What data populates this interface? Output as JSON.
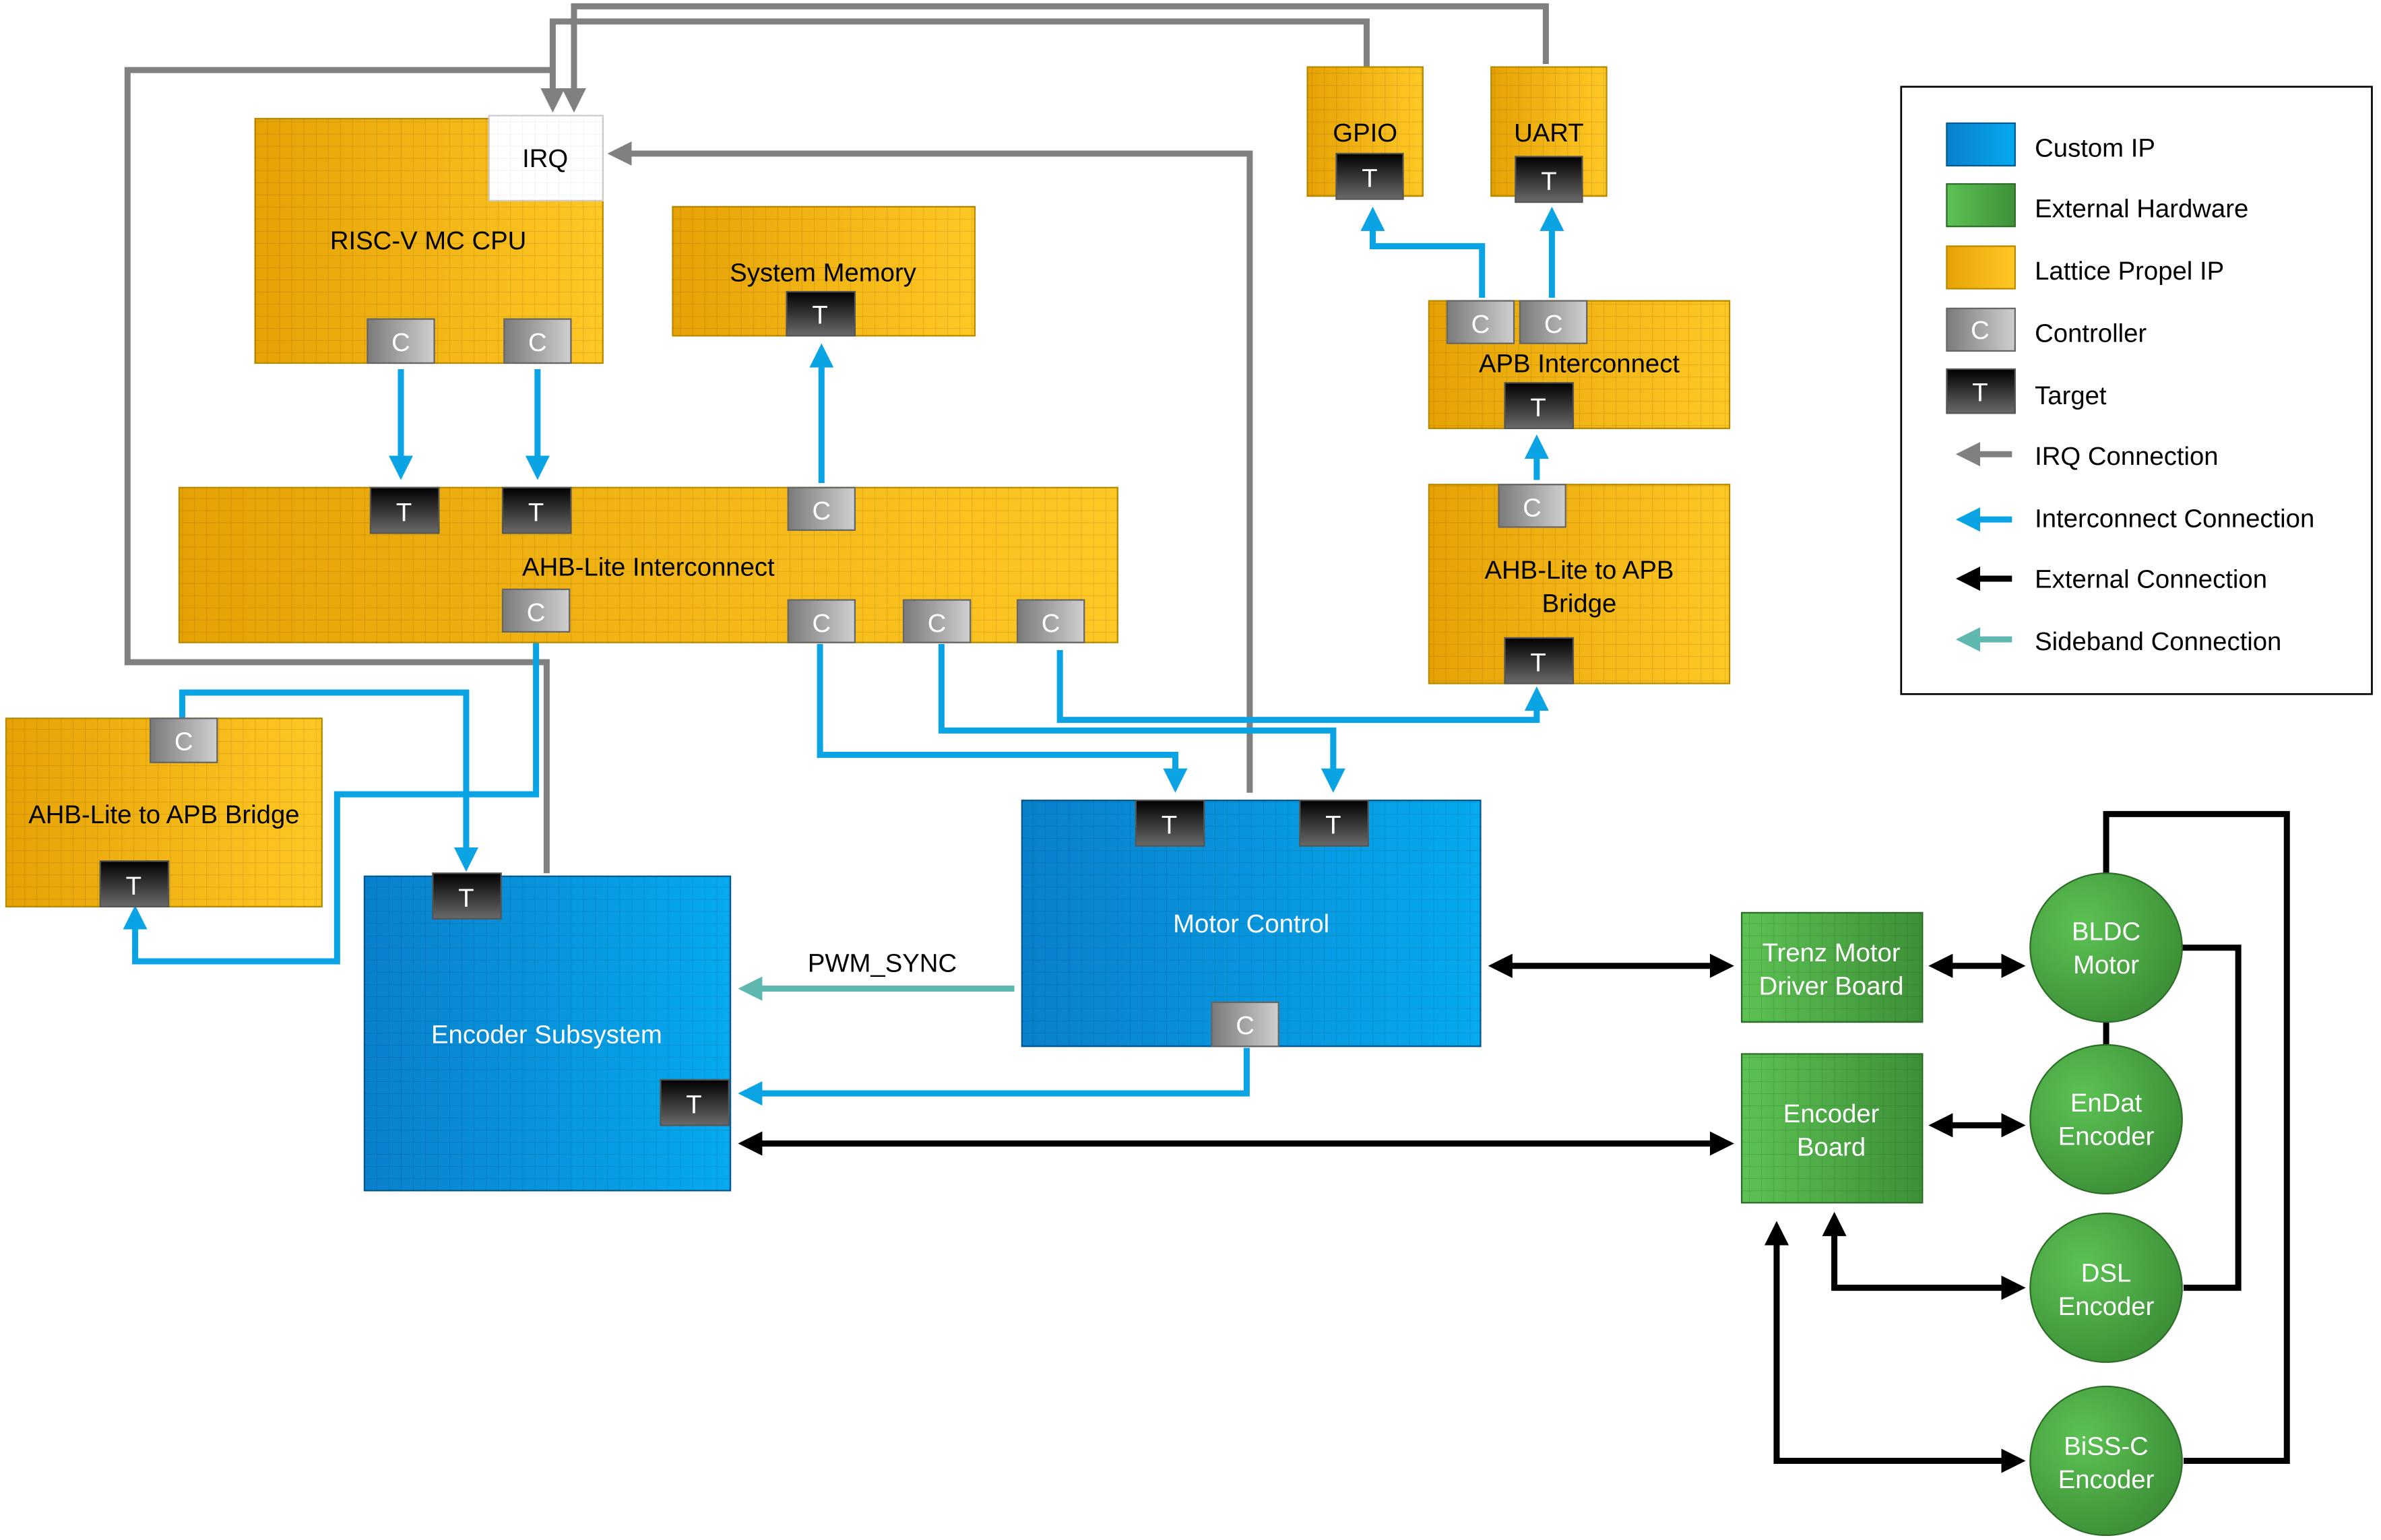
{
  "diagram": {
    "blocks": {
      "cpu": {
        "label": "RISC-V MC CPU",
        "category": "Lattice Propel IP",
        "irq_label": "IRQ"
      },
      "sysmem": {
        "label": "System Memory",
        "category": "Lattice Propel IP"
      },
      "ahb": {
        "label": "AHB-Lite Interconnect",
        "category": "Lattice Propel IP"
      },
      "bridge_left": {
        "label": "AHB-Lite to APB Bridge",
        "category": "Lattice Propel IP"
      },
      "gpio": {
        "label": "GPIO",
        "category": "Lattice Propel IP"
      },
      "uart": {
        "label": "UART",
        "category": "Lattice Propel IP"
      },
      "apb": {
        "label": "APB Interconnect",
        "category": "Lattice Propel IP"
      },
      "bridge_right": {
        "label_line1": "AHB-Lite to APB",
        "label_line2": "Bridge",
        "category": "Lattice Propel IP"
      },
      "encoder_subsystem": {
        "label": "Encoder Subsystem",
        "category": "Custom IP"
      },
      "motor_control": {
        "label": "Motor Control",
        "category": "Custom IP"
      },
      "trenz": {
        "label_line1": "Trenz Motor",
        "label_line2": "Driver Board",
        "category": "External Hardware"
      },
      "encoder_board": {
        "label_line1": "Encoder",
        "label_line2": "Board",
        "category": "External Hardware"
      },
      "bldc": {
        "label_line1": "BLDC",
        "label_line2": "Motor",
        "category": "External Hardware"
      },
      "endat": {
        "label_line1": "EnDat",
        "label_line2": "Encoder",
        "category": "External Hardware"
      },
      "dsl": {
        "label_line1": "DSL",
        "label_line2": "Encoder",
        "category": "External Hardware"
      },
      "biss": {
        "label_line1": "BiSS-C",
        "label_line2": "Encoder",
        "category": "External Hardware"
      }
    },
    "ports": {
      "controller": "C",
      "target": "T"
    },
    "signal_labels": {
      "pwm_sync": "PWM_SYNC"
    },
    "connections": [
      {
        "type": "IRQ",
        "from": "GPIO",
        "to": "RISC-V MC CPU IRQ"
      },
      {
        "type": "IRQ",
        "from": "UART",
        "to": "RISC-V MC CPU IRQ"
      },
      {
        "type": "IRQ",
        "from": "Encoder Subsystem",
        "to": "RISC-V MC CPU IRQ"
      },
      {
        "type": "IRQ",
        "from": "Motor Control",
        "to": "RISC-V MC CPU IRQ"
      },
      {
        "type": "Interconnect",
        "from": "RISC-V MC CPU C",
        "to": "AHB-Lite Interconnect T"
      },
      {
        "type": "Interconnect",
        "from": "RISC-V MC CPU C",
        "to": "AHB-Lite Interconnect T"
      },
      {
        "type": "Interconnect",
        "from": "AHB-Lite Interconnect C",
        "to": "System Memory T"
      },
      {
        "type": "Interconnect",
        "from": "AHB-Lite Interconnect C",
        "to": "AHB-Lite to APB Bridge T (left)"
      },
      {
        "type": "Interconnect",
        "from": "AHB-Lite to APB Bridge C (left)",
        "to": "Encoder Subsystem T"
      },
      {
        "type": "Interconnect",
        "from": "AHB-Lite Interconnect C",
        "to": "Motor Control T"
      },
      {
        "type": "Interconnect",
        "from": "AHB-Lite Interconnect C",
        "to": "Motor Control T"
      },
      {
        "type": "Interconnect",
        "from": "AHB-Lite Interconnect C",
        "to": "AHB-Lite to APB Bridge T (right)"
      },
      {
        "type": "Interconnect",
        "from": "AHB-Lite to APB Bridge C (right)",
        "to": "APB Interconnect T"
      },
      {
        "type": "Interconnect",
        "from": "APB Interconnect C",
        "to": "GPIO T"
      },
      {
        "type": "Interconnect",
        "from": "APB Interconnect C",
        "to": "UART T"
      },
      {
        "type": "Interconnect",
        "from": "Motor Control C",
        "to": "Encoder Subsystem T"
      },
      {
        "type": "Sideband",
        "from": "Motor Control",
        "to": "Encoder Subsystem",
        "label": "PWM_SYNC"
      },
      {
        "type": "External",
        "from": "Motor Control",
        "to": "Trenz Motor Driver Board"
      },
      {
        "type": "External",
        "from": "Encoder Subsystem",
        "to": "Encoder Board"
      },
      {
        "type": "External",
        "from": "Trenz Motor Driver Board",
        "to": "BLDC Motor"
      },
      {
        "type": "External",
        "from": "Encoder Board",
        "to": "EnDat Encoder"
      },
      {
        "type": "External",
        "from": "Encoder Board",
        "to": "DSL Encoder"
      },
      {
        "type": "External",
        "from": "Encoder Board",
        "to": "BiSS-C Encoder"
      }
    ]
  },
  "legend": {
    "items": [
      {
        "label": "Custom IP",
        "swatch": "custom-ip",
        "color": "#0a8fd8"
      },
      {
        "label": "External Hardware",
        "swatch": "external-hardware",
        "color": "#4caf50"
      },
      {
        "label": "Lattice Propel IP",
        "swatch": "lattice-propel-ip",
        "color": "#f2b21a"
      },
      {
        "label": "Controller",
        "swatch": "controller",
        "glyph": "C",
        "color": "#a0a0a0"
      },
      {
        "label": "Target",
        "swatch": "target",
        "glyph": "T",
        "color": "#202020"
      },
      {
        "label": "IRQ Connection",
        "swatch": "arrow",
        "color": "#808080"
      },
      {
        "label": "Interconnect Connection",
        "swatch": "arrow",
        "color": "#0aa3e3"
      },
      {
        "label": "External Connection",
        "swatch": "arrow",
        "color": "#000000"
      },
      {
        "label": "Sideband Connection",
        "swatch": "arrow",
        "color": "#5fb8b0"
      }
    ]
  }
}
